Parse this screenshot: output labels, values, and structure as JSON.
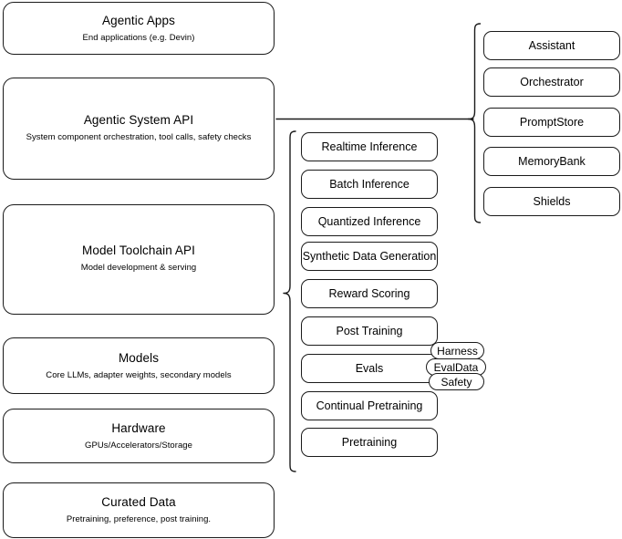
{
  "diagram": {
    "title": "AI Stack Layers",
    "accent_color": "#1a1a1a",
    "background_color": "#ffffff"
  },
  "stack_layers": [
    {
      "id": "agentic-apps",
      "title": "Agentic Apps",
      "subtitle": "End applications (e.g. Devin)"
    },
    {
      "id": "agentic-system-api",
      "title": "Agentic System API",
      "subtitle": "System component orchestration, tool calls, safety checks"
    },
    {
      "id": "model-toolchain-api",
      "title": "Model Toolchain API",
      "subtitle": "Model development & serving"
    },
    {
      "id": "models",
      "title": "Models",
      "subtitle": "Core LLMs, adapter weights, secondary models"
    },
    {
      "id": "hardware",
      "title": "Hardware",
      "subtitle": "GPUs/Accelerators/Storage"
    },
    {
      "id": "curated-data",
      "title": "Curated Data",
      "subtitle": "Pretraining, preference, post training."
    }
  ],
  "toolchain_components": [
    {
      "id": "realtime-inference",
      "label": "Realtime Inference"
    },
    {
      "id": "batch-inference",
      "label": "Batch Inference"
    },
    {
      "id": "quantized-inference",
      "label": "Quantized Inference"
    },
    {
      "id": "synthetic-data-generation",
      "label": "Synthetic Data Generation"
    },
    {
      "id": "reward-scoring",
      "label": "Reward Scoring"
    },
    {
      "id": "post-training",
      "label": "Post Training"
    },
    {
      "id": "evals",
      "label": "Evals"
    },
    {
      "id": "continual-pretraining",
      "label": "Continual Pretraining"
    },
    {
      "id": "pretraining",
      "label": "Pretraining"
    }
  ],
  "evals_tags": [
    {
      "id": "harness",
      "label": "Harness"
    },
    {
      "id": "evaldata",
      "label": "EvalData"
    },
    {
      "id": "safety",
      "label": "Safety"
    }
  ],
  "agentic_components": [
    {
      "id": "assistant",
      "label": "Assistant"
    },
    {
      "id": "orchestrator",
      "label": "Orchestrator"
    },
    {
      "id": "promptstore",
      "label": "PromptStore"
    },
    {
      "id": "memorybank",
      "label": "MemoryBank"
    },
    {
      "id": "shields",
      "label": "Shields"
    }
  ]
}
